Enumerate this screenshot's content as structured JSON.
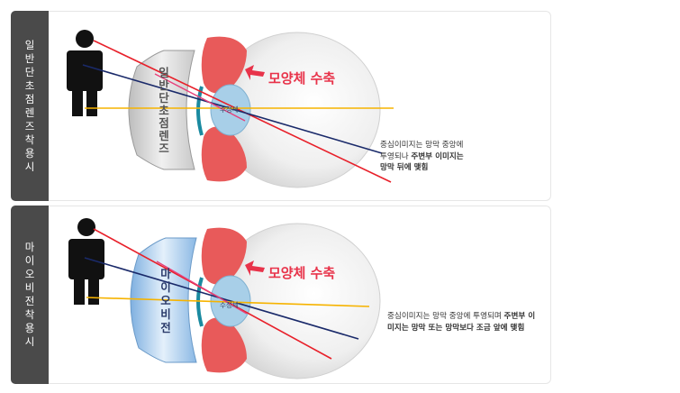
{
  "panels": [
    {
      "tab_label": "일반단초점렌즈착용시",
      "lens_label": [
        "일",
        "반",
        "단",
        "초",
        "점",
        "렌",
        "즈"
      ],
      "muscle_label": "모양체 수축",
      "lens_small_label": "수정체",
      "note_lines": [
        {
          "plain": "중심이미지는 망막 중앙에",
          "bold": ""
        },
        {
          "plain": "투영되나 ",
          "bold": "주변부 이미지는"
        },
        {
          "plain": "",
          "bold": "망막 뒤에 맺힘"
        }
      ]
    },
    {
      "tab_label": "마이오비전착용시",
      "lens_label": [
        "마",
        "이",
        "오",
        "비",
        "전"
      ],
      "muscle_label": "모양체 수축",
      "lens_small_label": "수정체",
      "note_lines": [
        {
          "plain": "중심이미지는 망막 중앙에 투영되며 ",
          "bold": "주변부 이"
        },
        {
          "plain": "",
          "bold": "미지는 망막 또는 망막보다 조금 앞에 맺힘"
        }
      ]
    }
  ],
  "colors": {
    "tab_bg": "#4a4a4a",
    "ray_red": "#e8202a",
    "ray_navy": "#1a2a6a",
    "ray_orange": "#f6b300",
    "ray_pink": "#e6407a",
    "muscle": "#e85a5a",
    "eye_lens": "#a8cfe8",
    "lens_grey": "#d8d8d8",
    "lens_blue": "#a8c8e8",
    "label_red": "#e8334a"
  },
  "icons": [
    "person-icon",
    "eye-icon",
    "arrow-icon"
  ]
}
